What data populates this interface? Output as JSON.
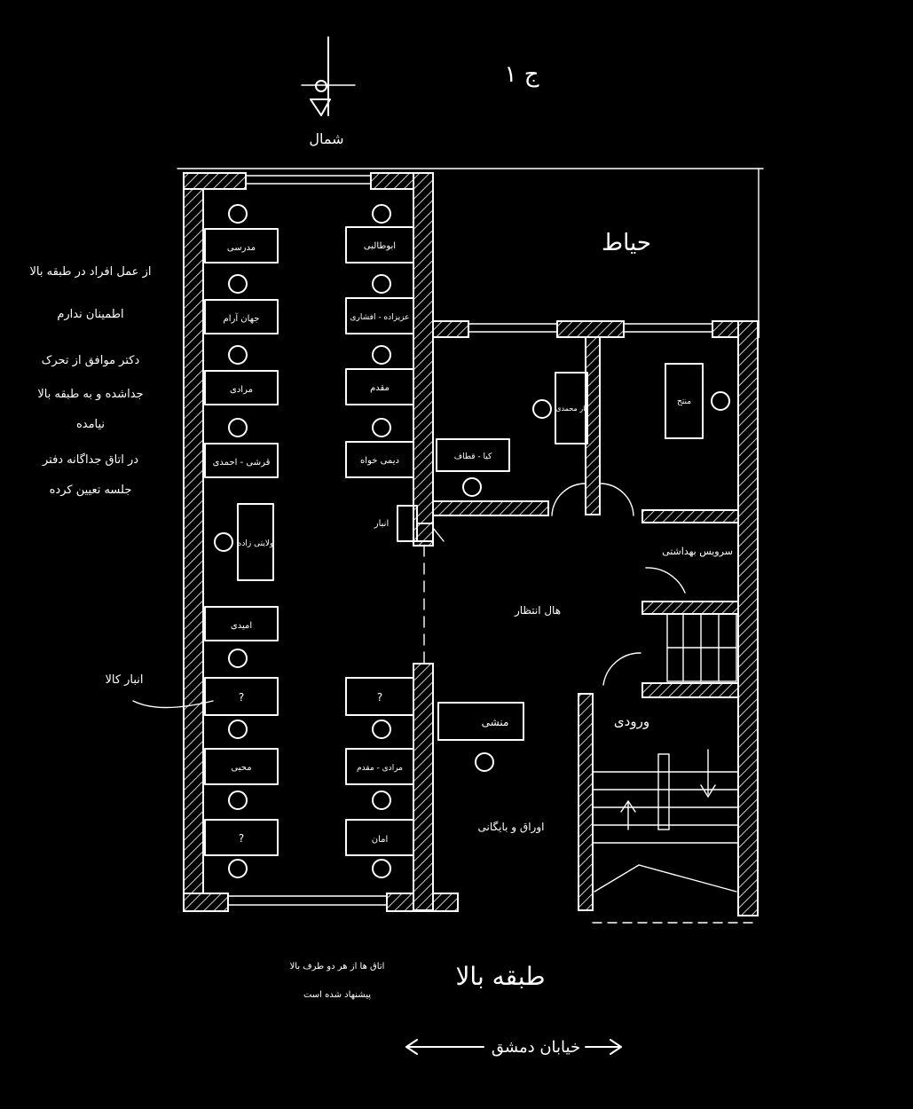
{
  "sheet": {
    "page_number": "ج ۱",
    "north_label": "شمال",
    "floor_title": "طبقه بالا",
    "street_label": "خیابان دمشق",
    "note_left": [
      "از عمل افراد در طبقه بالا",
      "اطمینان ندارم",
      "دکتر موافق از تحرک",
      "جداشده و به طبقه بالا",
      "نیامده",
      "در اتاق جداگانه دفتر",
      "جلسه تعیین کرده"
    ],
    "note_bottom": [
      "اتاق ها از هر دو طرف بالا",
      "پیشنهاد شده است"
    ],
    "storage_label": "انبار کالا"
  },
  "left_desks": [
    {
      "label": "مدرسی"
    },
    {
      "label": "جهان آرام"
    },
    {
      "label": "مرادی"
    },
    {
      "label": "قرشی - احمدی"
    },
    {
      "label": "ولایتی زاده"
    },
    {
      "label": "امیدی"
    },
    {
      "label": "?"
    },
    {
      "label": "محبی"
    },
    {
      "label": "?"
    }
  ],
  "right_desks": [
    {
      "label": "ابوطالبی"
    },
    {
      "label": "عزیزاده - افشاری"
    },
    {
      "label": "مقدم"
    },
    {
      "label": "دیمی خواه"
    },
    {
      "label": "?"
    },
    {
      "label": "مرادی - مقدم"
    },
    {
      "label": "امان"
    }
  ],
  "rooms": {
    "courtyard": "حیاط",
    "room_a_desk1": "یار محمدی",
    "room_a_desk2": "کیا - قطاف",
    "room_b_desk": "منتح",
    "store": "انبار",
    "toilet": "سرویس بهداشتی",
    "hall": "هال انتظار",
    "secretary_desk": "منشی",
    "office": "اوراق و بایگانی",
    "entrance": "ورودی"
  }
}
